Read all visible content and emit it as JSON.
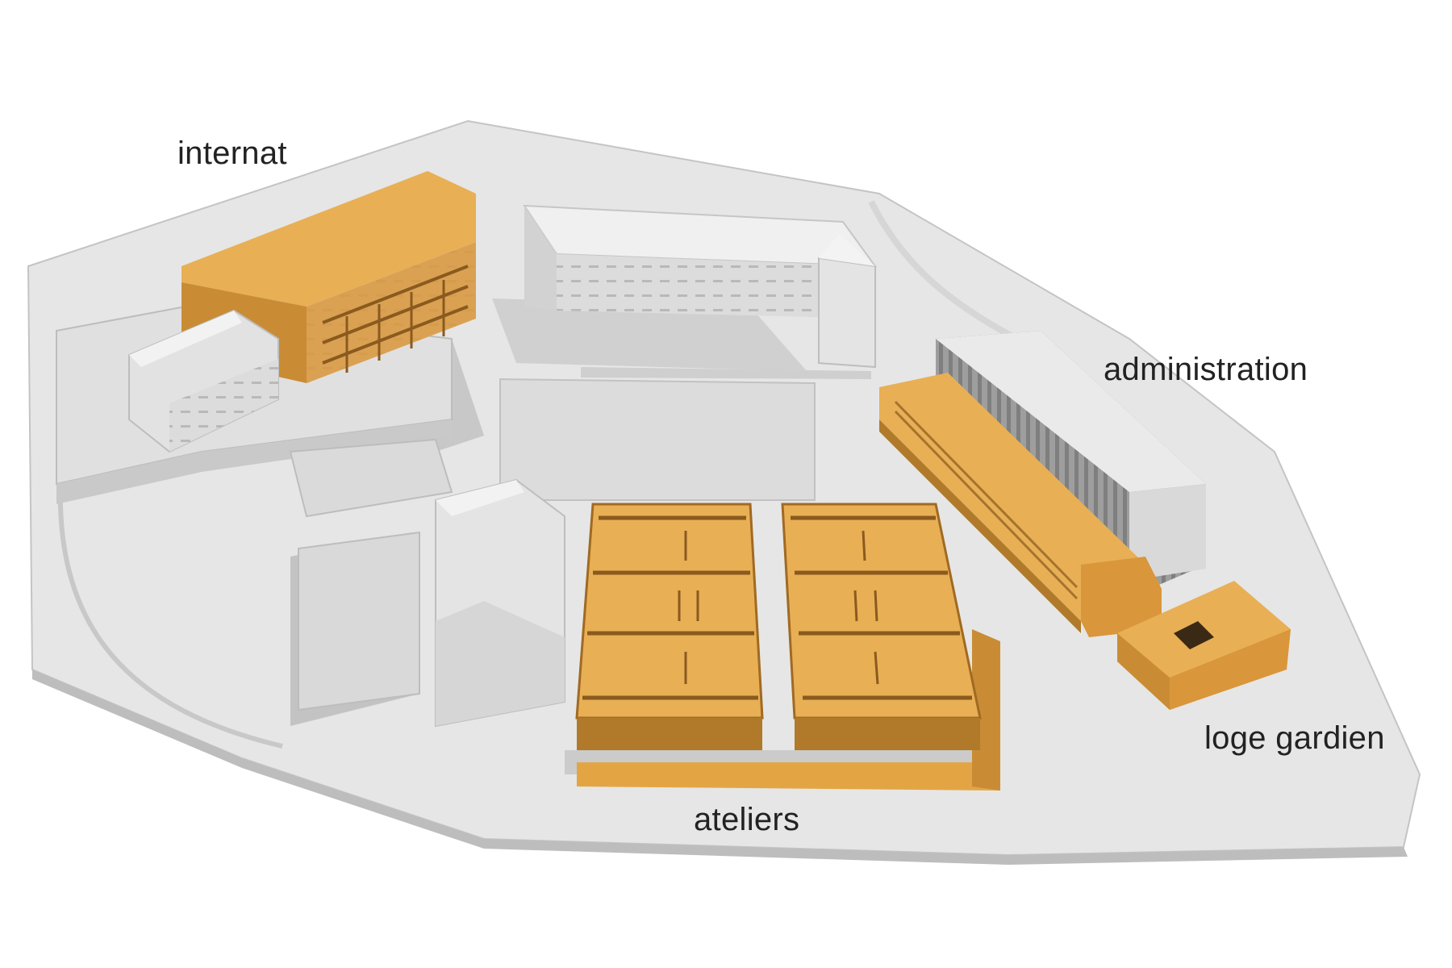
{
  "labels": {
    "internat": "internat",
    "administration": "administration",
    "loge_gardien": "loge gardien",
    "ateliers": "ateliers"
  },
  "colors": {
    "highlight": "#E3A544",
    "highlight_dark": "#B07A2A",
    "model_light": "#E8E8E8",
    "model_mid": "#CFCFCF",
    "model_shadow": "#A9A9A9",
    "background": "#FFFFFF",
    "text": "#222222"
  }
}
